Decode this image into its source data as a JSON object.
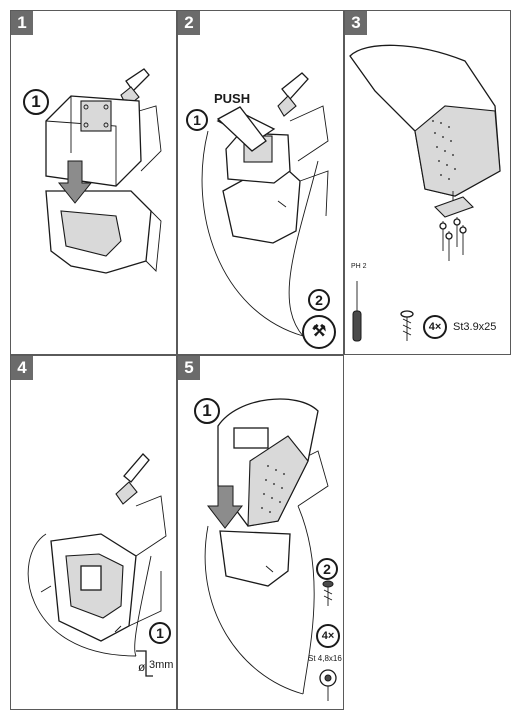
{
  "steps": [
    {
      "number": "1",
      "markers": [
        "1"
      ]
    },
    {
      "number": "2",
      "markers": [
        "1",
        "2"
      ],
      "push_label": "PUSH"
    },
    {
      "number": "3",
      "screwdriver_label": "PH 2",
      "screw_count": "4×",
      "screw_spec": "St3.9x25"
    },
    {
      "number": "4",
      "markers": [
        "1"
      ],
      "drill_label": "ø",
      "drill_size": "3mm"
    },
    {
      "number": "5",
      "markers": [
        "1",
        "2"
      ],
      "screw_count": "4×",
      "screw_spec": "St 4,8x16"
    }
  ],
  "colors": {
    "badge": "#6b6b6b",
    "border": "#5a5a5a",
    "arrow_fill": "#8c8c8c"
  }
}
